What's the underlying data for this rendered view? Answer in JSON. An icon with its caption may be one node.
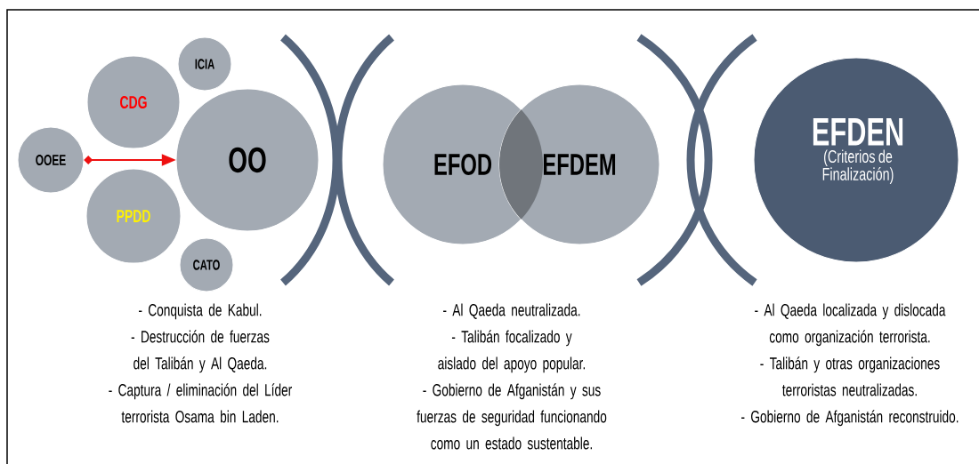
{
  "diagram": {
    "nodes": [
      {
        "text": [
          "ICIA"
        ]
      },
      {
        "text": [
          "CDG"
        ]
      },
      {
        "text": [
          "OOEE"
        ]
      },
      {
        "text": [
          "OO"
        ]
      },
      {
        "text": [
          "PPDD"
        ]
      },
      {
        "text": [
          "CATO"
        ]
      },
      {
        "text": [
          "EFOD"
        ]
      },
      {
        "text": [
          "EFDEM"
        ]
      },
      {
        "text": [
          "EFDEN",
          "(Criterios de Finalización)"
        ]
      }
    ],
    "edges": [
      {
        "from": 2,
        "to": 3,
        "arrow": "to",
        "color": "#ee1111"
      }
    ],
    "labels": [
      "- Conquista de Kabul.",
      "- Destrucción de fuerzas del Talibán y Al Qaeda.",
      "- Captura / eliminación del Líder terrorista Osama bin Laden.",
      "- Al Qaeda neutralizada.",
      "- Talibán focalizado y aislado del apoyo popular.",
      "- Gobierno de Afganistán y sus fuerzas de seguridad funcionando como un estado sustentable.",
      "- Al Qaeda localizada y dislocada como organización terrorista.",
      "- Talibán y otras organizaciones terroristas neutralizadas.",
      "- Gobierno de Afganistán reconstruido."
    ]
  }
}
